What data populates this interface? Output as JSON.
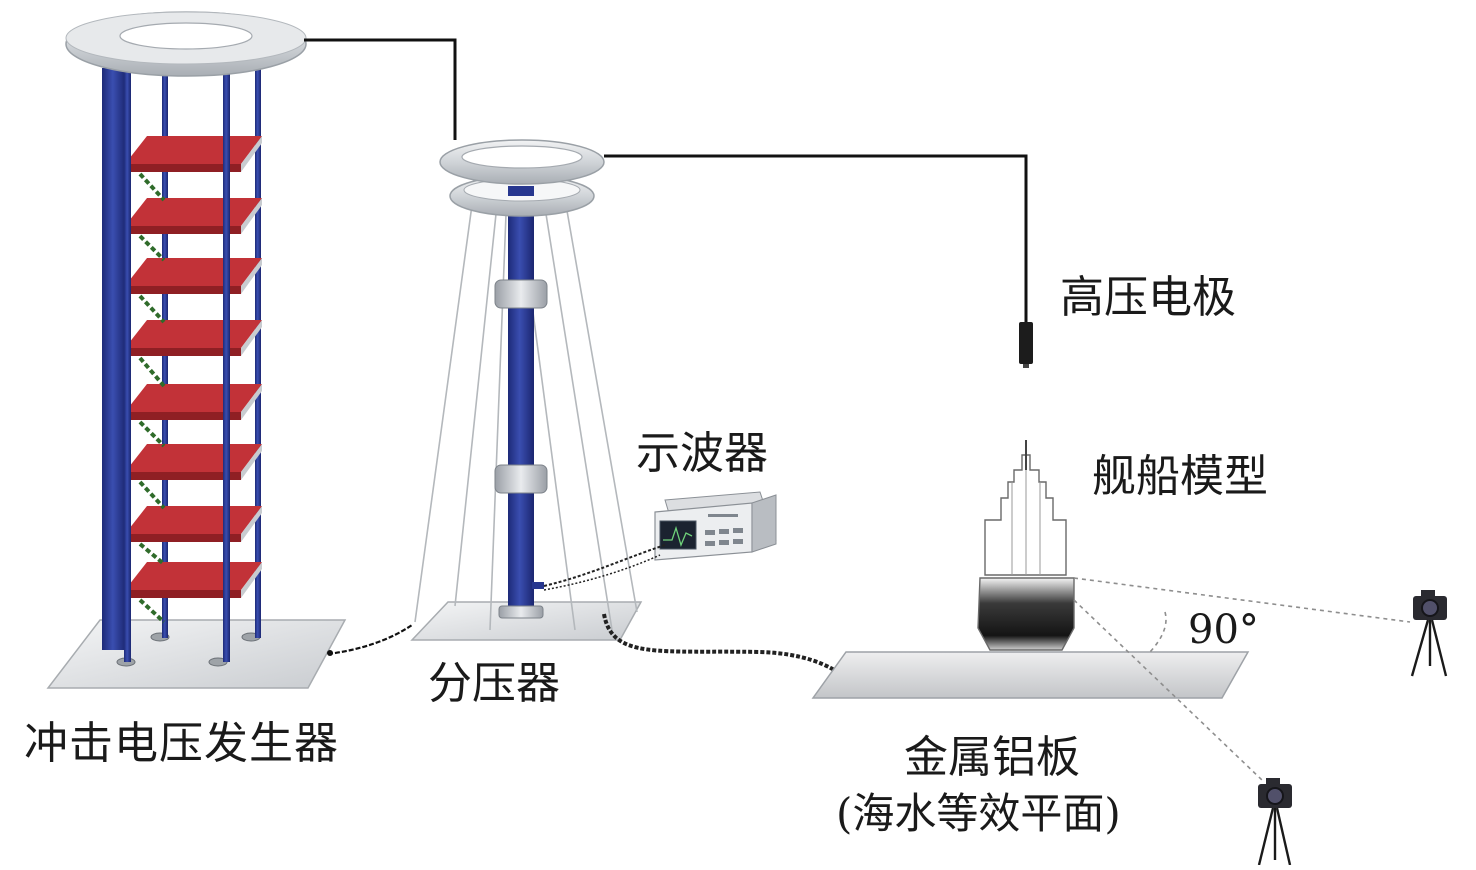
{
  "labels": {
    "impulse_generator": "冲击电压发生器",
    "voltage_divider": "分压器",
    "oscilloscope": "示波器",
    "hv_electrode": "高压电极",
    "ship_model": "舰船模型",
    "angle": "90°",
    "aluminum_plate": "金属铝板",
    "sea_plane": "(海水等效平面)"
  },
  "colors": {
    "column_blue": "#27378f",
    "capacitor_red": "#b3262d",
    "ring_gray": "#d4d8dc",
    "wire": "#111111"
  },
  "icons": [
    "camera-icon",
    "tripod-icon"
  ]
}
